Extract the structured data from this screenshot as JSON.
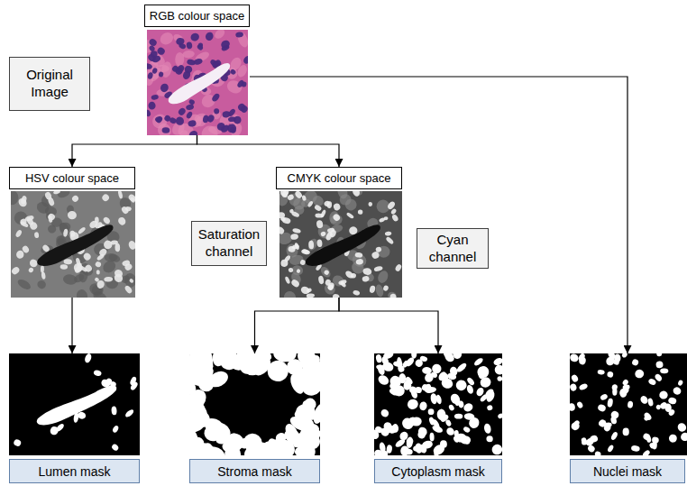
{
  "diagram": {
    "nodes": [
      {
        "text": [
          "RGB colour space"
        ]
      },
      {
        "text": [
          "Original Image"
        ]
      },
      {
        "text": [
          "HSV colour space"
        ]
      },
      {
        "text": [
          "Saturation channel"
        ]
      },
      {
        "text": [
          "CMYK colour space"
        ]
      },
      {
        "text": [
          "Cyan channel"
        ]
      },
      {
        "text": [
          "Lumen mask"
        ]
      },
      {
        "text": [
          "Stroma mask"
        ]
      },
      {
        "text": [
          "Cytoplasm mask"
        ]
      },
      {
        "text": [
          "Nuclei mask"
        ]
      }
    ],
    "edges": [
      {
        "from": 0,
        "to": 2,
        "arrow": "to"
      },
      {
        "from": 0,
        "to": 4,
        "arrow": "to"
      },
      {
        "from": 0,
        "to": 9,
        "arrow": "to"
      },
      {
        "from": 2,
        "to": 6,
        "arrow": "to"
      },
      {
        "from": 4,
        "to": 7,
        "arrow": "to"
      },
      {
        "from": 4,
        "to": 8,
        "arrow": "to"
      }
    ]
  }
}
